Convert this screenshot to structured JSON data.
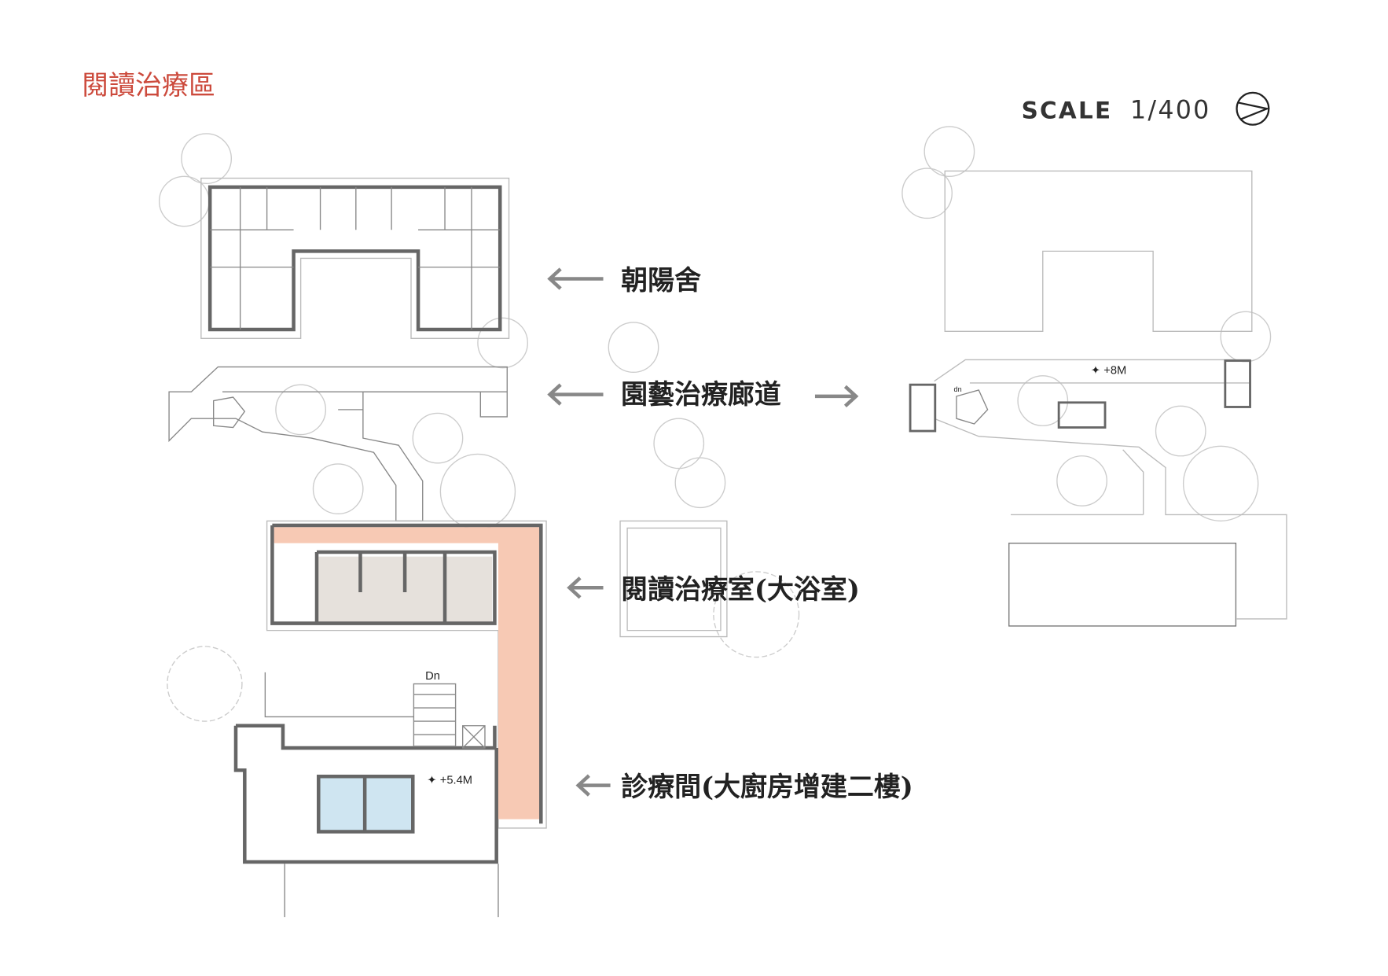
{
  "title": "閱讀治療區",
  "scale": {
    "label": "Scale",
    "value": "1/400"
  },
  "labels": {
    "dorm": "朝陽舍",
    "corridor": "園藝治療廊道",
    "reading_room": "閱讀治療室(大浴室)",
    "clinic": "診療間(大廚房增建二樓)"
  },
  "annotations": {
    "dn_upper": "Dn",
    "level_clinic": "+5.4M",
    "level_roof": "+8M",
    "dn_roof": "dn"
  },
  "colors": {
    "title": "#cc4a3c",
    "corridor_fill": "#f7c9b4",
    "clinic_room_fill": "#cfe5f1",
    "room_fill": "#e6e1dc"
  }
}
